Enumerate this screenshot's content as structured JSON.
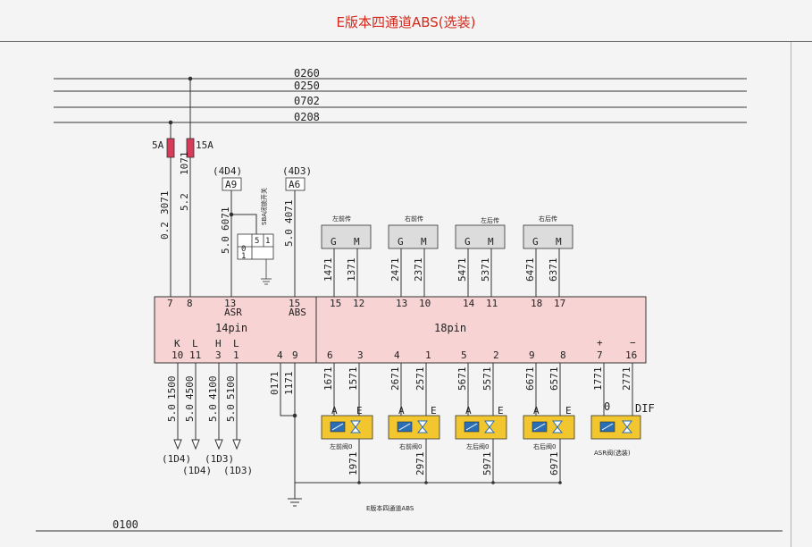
{
  "title": "E版本四通道ABS(选装)",
  "bus_lines": [
    "0260",
    "0250",
    "0702",
    "0208"
  ],
  "bottom_line": "0100",
  "fuses": [
    {
      "rating": "5A",
      "color": "#d83a5a"
    },
    {
      "rating": "15A",
      "color": "#d83a5a"
    }
  ],
  "wires": {
    "fuse1_top": "3071",
    "fuse1_size": "0.2",
    "fuse2_top": "1071",
    "fuse2_size": "5.2",
    "a9_wire": "6071",
    "a9_size": "5.0",
    "a6_wire": "4071",
    "a6_size": "5.0"
  },
  "refs": {
    "a9_ref": "(4D4)",
    "a9_label": "A9",
    "a6_ref": "(4D3)",
    "a6_label": "A6"
  },
  "switch_label": "SBA闭锁开关",
  "switch_grid": [
    "5",
    "1",
    "0",
    "1"
  ],
  "sensors": [
    {
      "label": "左前传",
      "g": "G",
      "m": "M",
      "w1": "1471",
      "w2": "1371",
      "p1": "15",
      "p2": "12"
    },
    {
      "label": "右前传",
      "g": "G",
      "m": "M",
      "w1": "2471",
      "w2": "2371",
      "p1": "13",
      "p2": "10"
    },
    {
      "label": "左后传",
      "g": "G",
      "m": "M",
      "w1": "5471",
      "w2": "5371",
      "p1": "14",
      "p2": "11"
    },
    {
      "label": "右后传",
      "g": "G",
      "m": "M",
      "w1": "6471",
      "w2": "6371",
      "p1": "18",
      "p2": "17"
    }
  ],
  "ecu": {
    "left_title": "14pin",
    "right_title": "18pin",
    "top_pins": [
      "7",
      "8",
      "13",
      "15"
    ],
    "asr": "ASR",
    "abs": "ABS",
    "bottom_letters": [
      "K",
      "L",
      "H",
      "L"
    ],
    "bottom_pins_left": [
      "10",
      "11",
      "3",
      "1",
      "4",
      "9"
    ],
    "bottom_pins_right": [
      "6",
      "3",
      "4",
      "1",
      "5",
      "2",
      "9",
      "8",
      "7",
      "16"
    ],
    "plus": "+",
    "minus": "−"
  },
  "diag_outputs": [
    {
      "wire": "1500",
      "size": "5.0",
      "ref": "(1D4)"
    },
    {
      "wire": "4500",
      "size": "5.0",
      "ref": "(1D4)"
    },
    {
      "wire": "4100",
      "size": "5.0",
      "ref": "(1D3)"
    },
    {
      "wire": "5100",
      "size": "5.0",
      "ref": "(1D3)"
    }
  ],
  "ground_wires": [
    "0171",
    "1171"
  ],
  "valves": [
    {
      "label": "左前阀0",
      "a": "A",
      "e": "E",
      "w1": "1671",
      "w2": "1571",
      "gnd": "1971"
    },
    {
      "label": "右前阀0",
      "a": "A",
      "e": "E",
      "w1": "2671",
      "w2": "2571",
      "gnd": "2971"
    },
    {
      "label": "左后阀0",
      "a": "A",
      "e": "E",
      "w1": "5671",
      "w2": "5571",
      "gnd": "5971"
    },
    {
      "label": "右后阀0",
      "a": "A",
      "e": "E",
      "w1": "6671",
      "w2": "6571",
      "gnd": "6971"
    }
  ],
  "asr_valve": {
    "label": "ASR阀(选装)",
    "zero": "0",
    "dif": "DIF",
    "w1": "1771",
    "w2": "2771"
  },
  "bottom_caption": "E版本四通道ABS",
  "colors": {
    "ecu_fill": "#f7d3d3",
    "valve_fill": "#f2c62f",
    "coil_fill": "#2a6fb5",
    "sensor_fill": "#dcdcdc",
    "title": "#d4281c"
  }
}
